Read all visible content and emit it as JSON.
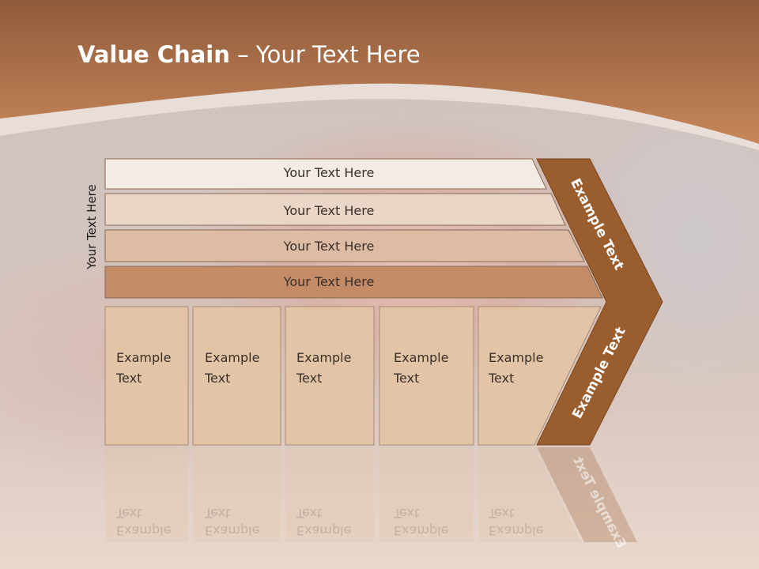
{
  "title": {
    "bold": "Value Chain",
    "rest": " – Your Text Here"
  },
  "side_label": "Your Text Here",
  "rows": [
    {
      "label": "Your Text Here"
    },
    {
      "label": "Your Text Here"
    },
    {
      "label": "Your Text Here"
    },
    {
      "label": "Your Text Here"
    }
  ],
  "cells": [
    {
      "line1": "Example",
      "line2": "Text"
    },
    {
      "line1": "Example",
      "line2": "Text"
    },
    {
      "line1": "Example",
      "line2": "Text"
    },
    {
      "line1": "Example",
      "line2": "Text"
    },
    {
      "line1": "Example",
      "line2": "Text"
    }
  ],
  "chevron": {
    "upper": "Example Text",
    "lower": "Example Text"
  },
  "colors": {
    "header": "#b97a52",
    "row1": "#f3ebe4",
    "row2": "#e9d6c7",
    "row3": "#ddbca5",
    "row4": "#c48b67",
    "cell": "#e2c4a7",
    "chevron": "#9a5d2e"
  }
}
